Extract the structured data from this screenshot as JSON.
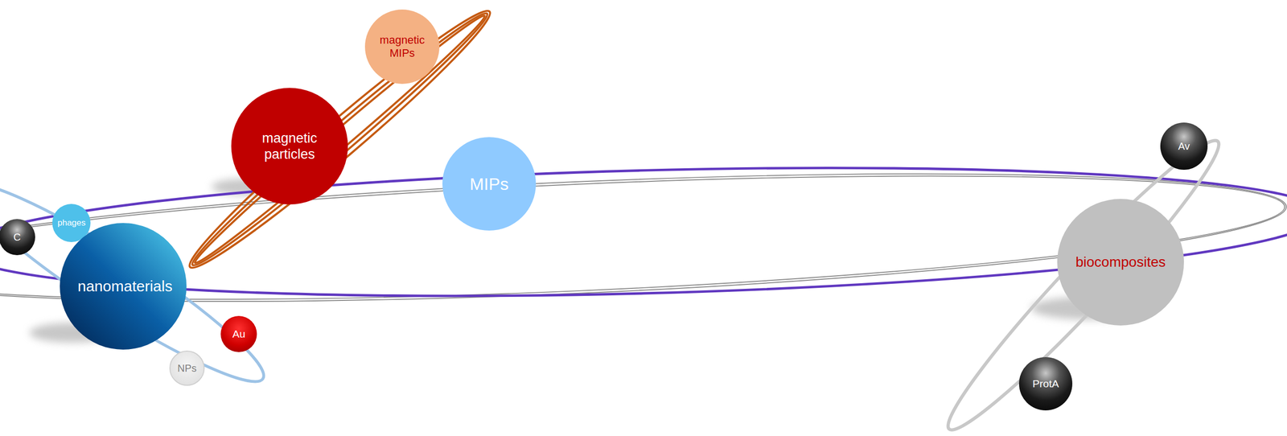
{
  "diagram": {
    "nodes": [
      {
        "text": [
          "magnetic MIPs"
        ]
      },
      {
        "text": [
          "magnetic particles"
        ]
      },
      {
        "text": [
          "Av"
        ]
      },
      {
        "text": [
          "MIPs"
        ]
      },
      {
        "text": [
          "C"
        ]
      },
      {
        "text": [
          "phages"
        ]
      },
      {
        "text": [
          "biocomposites"
        ]
      },
      {
        "text": [
          "nanomaterials"
        ]
      },
      {
        "text": [
          "Au"
        ]
      },
      {
        "text": [
          "NPs"
        ]
      },
      {
        "text": [
          "ProtA"
        ]
      }
    ]
  }
}
